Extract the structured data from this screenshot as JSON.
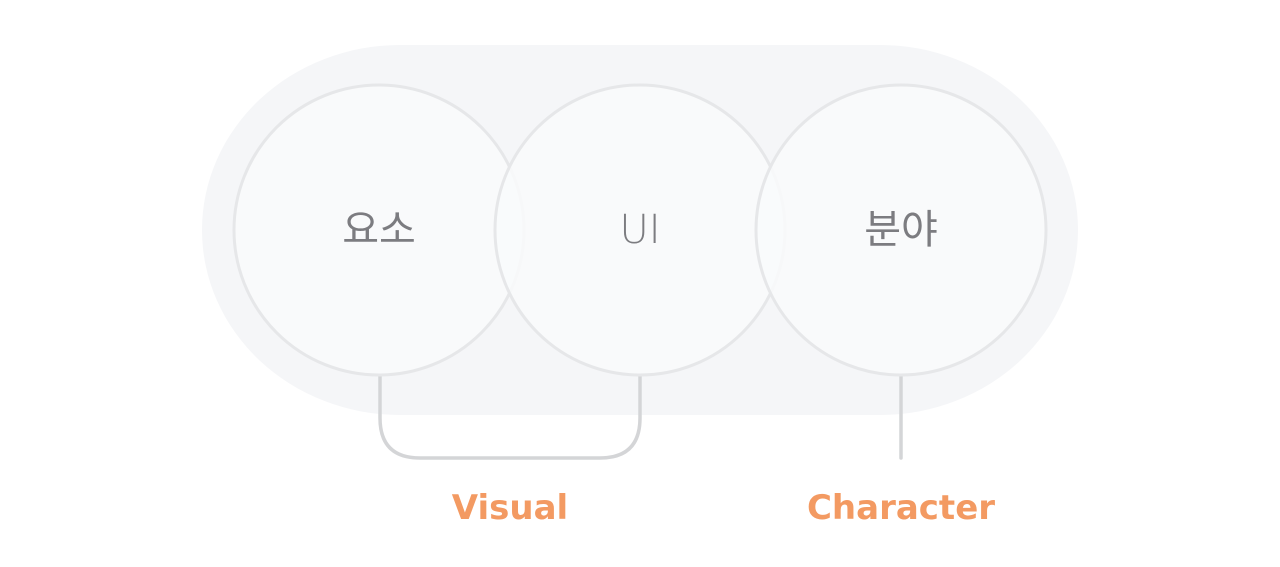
{
  "diagram": {
    "circles": [
      {
        "label": "요소"
      },
      {
        "label": "UI"
      },
      {
        "label": "분야"
      }
    ],
    "groups": [
      {
        "label": "Visual"
      },
      {
        "label": "Character"
      }
    ]
  },
  "colors": {
    "container_fill": "#f5f6f8",
    "circle_fill": "#f9fafb",
    "circle_stroke": "#e6e7e9",
    "connector": "#d4d5d7",
    "circle_text": "#7c7c80",
    "accent": "#f39a62"
  }
}
